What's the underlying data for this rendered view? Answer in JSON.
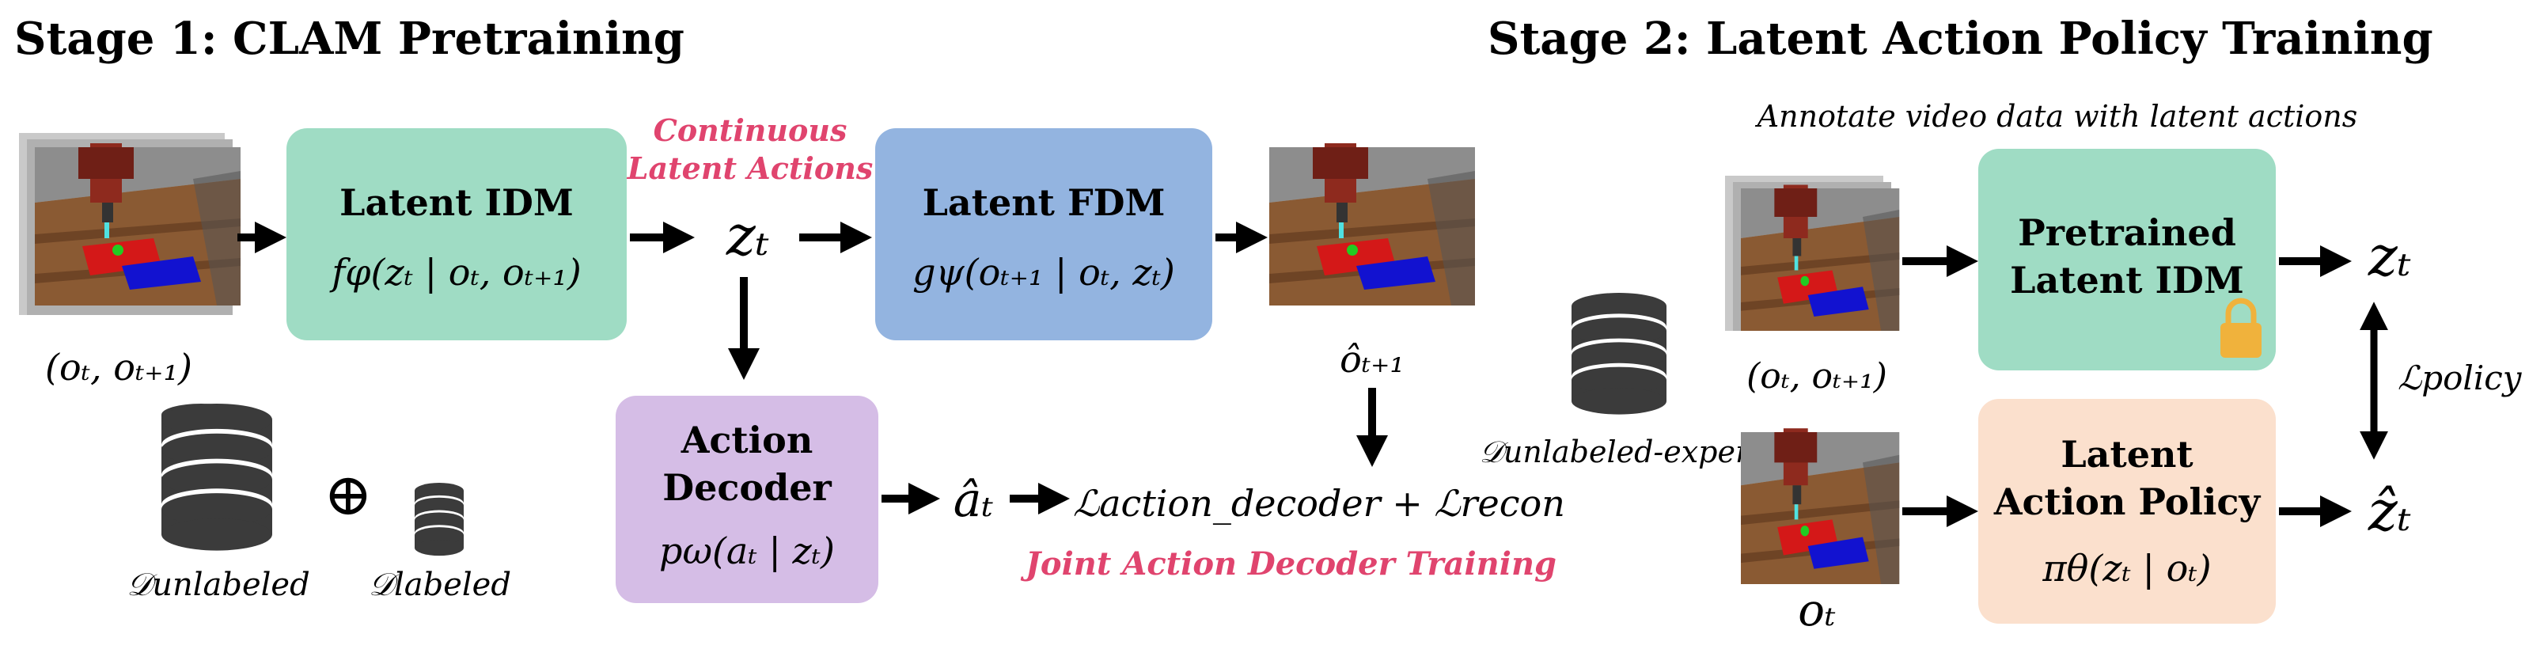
{
  "stage1": {
    "title": "Stage 1: CLAM Pretraining",
    "frames_label": "(oₜ, oₜ₊₁)",
    "latent_idm": {
      "title": "Latent IDM",
      "formula": "fφ(zₜ | oₜ, oₜ₊₁)"
    },
    "continuous_label_line1": "Continuous",
    "continuous_label_line2": "Latent Actions",
    "z_t": "zₜ",
    "latent_fdm": {
      "title": "Latent FDM",
      "formula": "gψ(oₜ₊₁ | oₜ, zₜ)"
    },
    "o_hat_label": "ôₜ₊₁",
    "action_decoder": {
      "title_line1": "Action",
      "title_line2": "Decoder",
      "formula": "pω(aₜ | zₜ)"
    },
    "a_hat": "âₜ",
    "loss": "ℒaction_decoder + ℒrecon",
    "joint_label": "Joint Action Decoder Training",
    "dataset_unlabeled": "𝒟unlabeled",
    "oplus": "⊕",
    "dataset_labeled": "𝒟labeled"
  },
  "stage2": {
    "title": "Stage 2: Latent Action Policy Training",
    "annotate_label": "Annotate video data with latent actions",
    "dataset_expert": "𝒟unlabeled-expert",
    "frames_label": "(oₜ, oₜ₊₁)",
    "o_t_label": "oₜ",
    "pretrained_idm": {
      "title_line1": "Pretrained",
      "title_line2": "Latent IDM"
    },
    "z_t": "zₜ",
    "loss_policy": "ℒpolicy",
    "policy": {
      "title_line1": "Latent",
      "title_line2": "Action Policy",
      "formula": "πθ(zₜ | oₜ)"
    },
    "z_hat": "ẑₜ"
  },
  "colors": {
    "idm_green": "#9fdcc4",
    "fdm_blue": "#93b4e0",
    "decoder_purple": "#d5bde6",
    "policy_peach": "#fbe0cd",
    "accent_pink": "#e0446e",
    "database_dark": "#3b3b3b",
    "lock_gold": "#f0b23c"
  }
}
